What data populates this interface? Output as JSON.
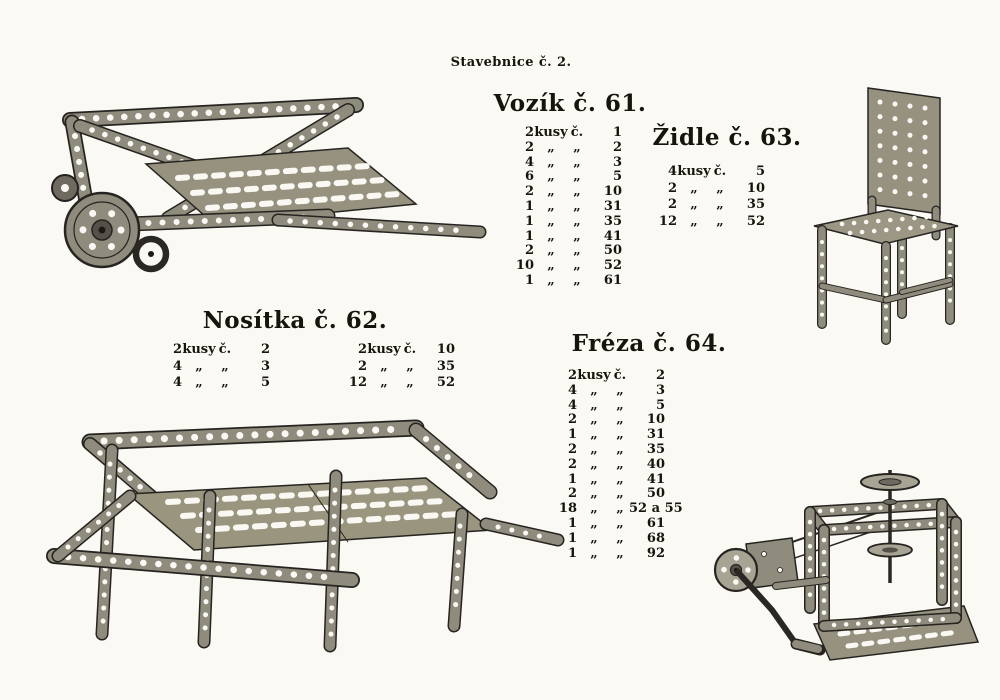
{
  "page": {
    "header": "Stavebnice č. 2.",
    "background": "#faf9f4",
    "ink": "#17130d"
  },
  "sections": {
    "vozik": {
      "title": "Vozík č. 61.",
      "illustration": "cart",
      "parts": [
        {
          "q": "2",
          "a": "kusy",
          "b": "č.",
          "n": "1"
        },
        {
          "q": "2",
          "a": "„",
          "b": "„",
          "n": "2"
        },
        {
          "q": "4",
          "a": "„",
          "b": "„",
          "n": "3"
        },
        {
          "q": "6",
          "a": "„",
          "b": "„",
          "n": "5"
        },
        {
          "q": "2",
          "a": "„",
          "b": "„",
          "n": "10"
        },
        {
          "q": "1",
          "a": "„",
          "b": "„",
          "n": "31"
        },
        {
          "q": "1",
          "a": "„",
          "b": "„",
          "n": "35"
        },
        {
          "q": "1",
          "a": "„",
          "b": "„",
          "n": "41"
        },
        {
          "q": "2",
          "a": "„",
          "b": "„",
          "n": "50"
        },
        {
          "q": "10",
          "a": "„",
          "b": "„",
          "n": "52"
        },
        {
          "q": "1",
          "a": "„",
          "b": "„",
          "n": "61"
        }
      ]
    },
    "zidle": {
      "title": "Židle č. 63.",
      "illustration": "chair",
      "parts": [
        {
          "q": "4",
          "a": "kusy",
          "b": "č.",
          "n": "5"
        },
        {
          "q": "2",
          "a": "„",
          "b": "„",
          "n": "10"
        },
        {
          "q": "2",
          "a": "„",
          "b": "„",
          "n": "35"
        },
        {
          "q": "12",
          "a": "„",
          "b": "„",
          "n": "52"
        }
      ]
    },
    "nositka": {
      "title": "Nosítka č. 62.",
      "illustration": "stretcher",
      "parts_left": [
        {
          "q": "2",
          "a": "kusy",
          "b": "č.",
          "n": "2"
        },
        {
          "q": "4",
          "a": "„",
          "b": "„",
          "n": "3"
        },
        {
          "q": "4",
          "a": "„",
          "b": "„",
          "n": "5"
        }
      ],
      "parts_right": [
        {
          "q": "2",
          "a": "kusy",
          "b": "č.",
          "n": "10"
        },
        {
          "q": "2",
          "a": "„",
          "b": "„",
          "n": "35"
        },
        {
          "q": "12",
          "a": "„",
          "b": "„",
          "n": "52"
        }
      ]
    },
    "freza": {
      "title": "Fréza č. 64.",
      "illustration": "milling-machine",
      "parts": [
        {
          "q": "2",
          "a": "kusy",
          "b": "č.",
          "n": "2"
        },
        {
          "q": "4",
          "a": "„",
          "b": "„",
          "n": "3"
        },
        {
          "q": "4",
          "a": "„",
          "b": "„",
          "n": "5"
        },
        {
          "q": "2",
          "a": "„",
          "b": "„",
          "n": "10"
        },
        {
          "q": "1",
          "a": "„",
          "b": "„",
          "n": "31"
        },
        {
          "q": "2",
          "a": "„",
          "b": "„",
          "n": "35"
        },
        {
          "q": "2",
          "a": "„",
          "b": "„",
          "n": "40"
        },
        {
          "q": "1",
          "a": "„",
          "b": "„",
          "n": "41"
        },
        {
          "q": "2",
          "a": "„",
          "b": "„",
          "n": "50"
        },
        {
          "q": "18",
          "a": "„",
          "b": "„",
          "n": "52 a 55"
        },
        {
          "q": "1",
          "a": "„",
          "b": "„",
          "n": "61"
        },
        {
          "q": "1",
          "a": "„",
          "b": "„",
          "n": "68"
        },
        {
          "q": "1",
          "a": "„",
          "b": "„",
          "n": "92"
        }
      ]
    }
  }
}
